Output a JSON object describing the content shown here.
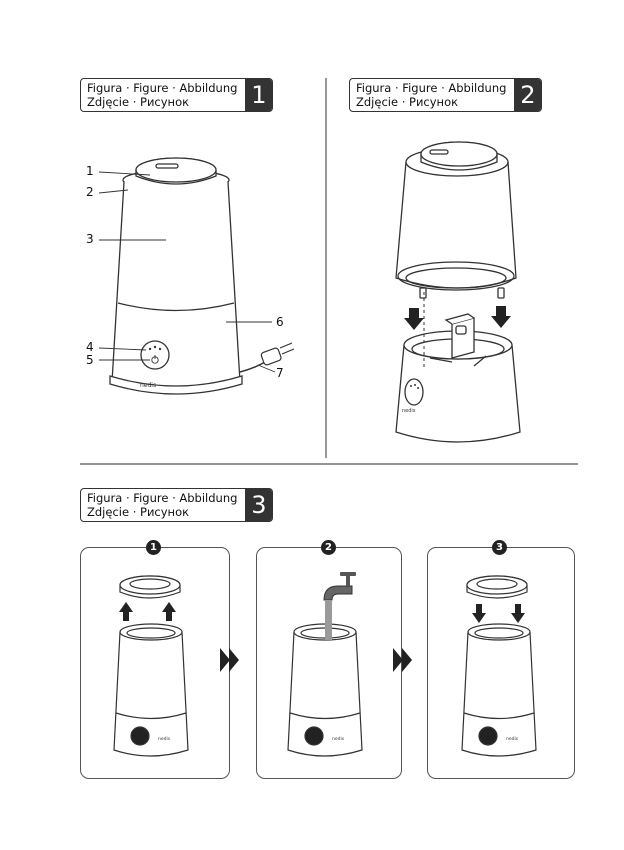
{
  "figures": [
    {
      "number": "1",
      "line1": "Figura · Figure · Abbildung",
      "line2": "Zdjęcie · Рисунок"
    },
    {
      "number": "2",
      "line1": "Figura · Figure · Abbildung",
      "line2": "Zdjęcie · Рисунок"
    },
    {
      "number": "3",
      "line1": "Figura · Figure · Abbildung",
      "line2": "Zdjęcie · Рисунок"
    }
  ],
  "callouts": [
    "1",
    "2",
    "3",
    "4",
    "5",
    "6",
    "7"
  ],
  "steps": [
    "1",
    "2",
    "3"
  ],
  "brand_mark": "nedis",
  "colors": {
    "line": "#333333",
    "fill": "#ffffff",
    "badge": "#222222",
    "water": "#9a9a9a"
  }
}
